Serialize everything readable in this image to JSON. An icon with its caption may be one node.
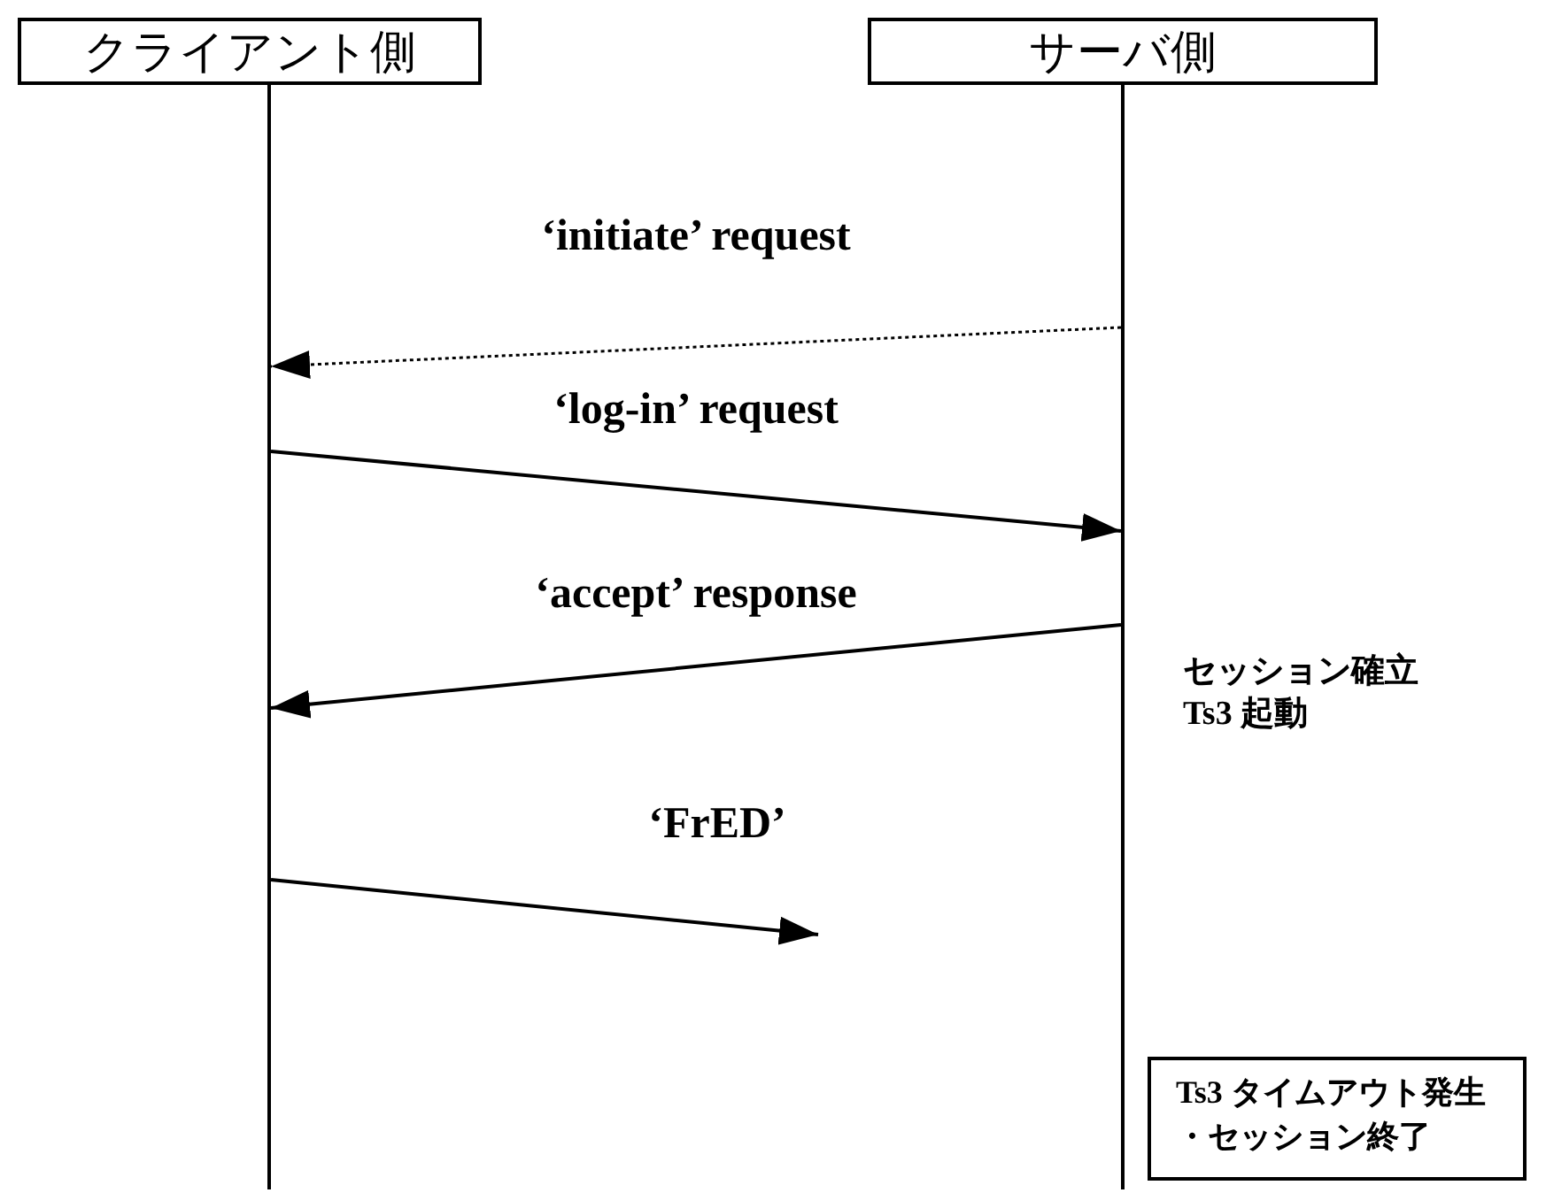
{
  "diagram": {
    "nodes": [
      {
        "text": [
          "クライアント側"
        ]
      },
      {
        "text": [
          "サーバ側"
        ]
      },
      {
        "text": [],
        "shape": "bar"
      },
      {
        "text": [],
        "shape": "bar"
      },
      {
        "text": [
          "Ts3 タイムアウト発生",
          "・セッション終了"
        ]
      }
    ],
    "edges": [
      {
        "from": 3,
        "to": 2,
        "arrow": "to",
        "label": "‘initiate’ request",
        "style": "dashed"
      },
      {
        "from": 2,
        "to": 3,
        "arrow": "to",
        "label": "‘log-in’ request"
      },
      {
        "from": 3,
        "to": 2,
        "arrow": "to",
        "label": "‘accept’ response"
      },
      {
        "from": 2,
        "to": null,
        "arrow": "to",
        "label": "‘FrED’"
      }
    ],
    "labels": [
      "セッション確立",
      "Ts3 起動"
    ]
  }
}
